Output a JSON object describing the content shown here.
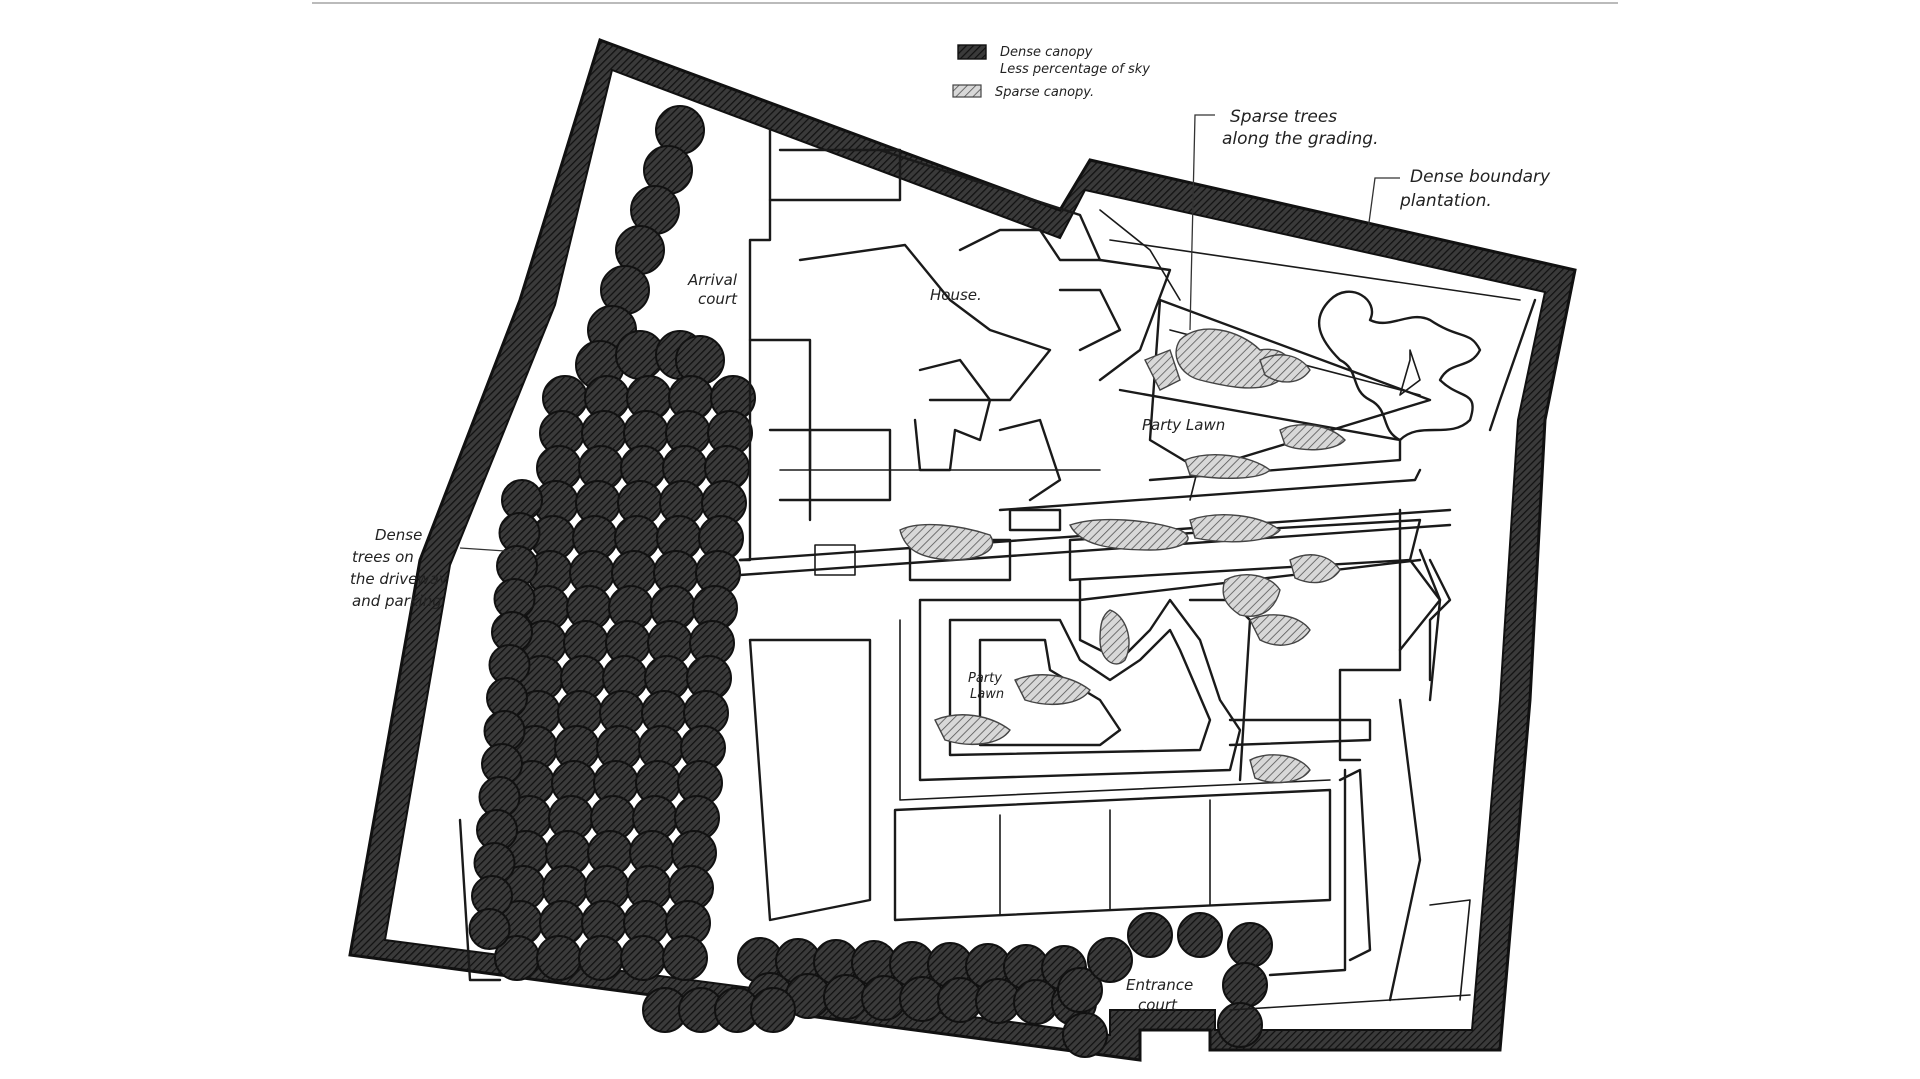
{
  "legend": {
    "dense_line1": "Dense canopy",
    "dense_line2": "Less percentage of sky",
    "sparse": "Sparse canopy."
  },
  "labels": {
    "arrival_line1": "Arrival",
    "arrival_line2": "court",
    "house": "House.",
    "party_lawn_upper": "Party Lawn",
    "party_lawn_lower_line1": "Party",
    "party_lawn_lower_line2": "Lawn",
    "entrance_line1": "Entrance",
    "entrance_line2": "court"
  },
  "annotations": {
    "sparse_trees_line1": "Sparse trees",
    "sparse_trees_line2": "along the grading.",
    "dense_boundary_line1": "Dense boundary",
    "dense_boundary_line2": "plantation.",
    "dense_trees_line1": "Dense",
    "dense_trees_line2": "trees on",
    "dense_trees_line3": "the driveway",
    "dense_trees_line4": "and parking"
  },
  "colors": {
    "ink": "#1a1a1a",
    "dense_fill": "#3a3a3a",
    "sparse_fill": "#9a9a9a",
    "paper": "#ffffff"
  }
}
